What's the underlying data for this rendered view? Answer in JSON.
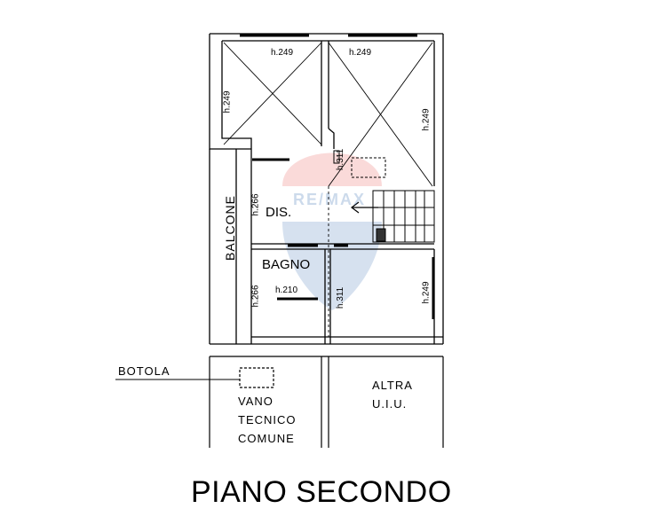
{
  "title": "PIANO SECONDO",
  "rooms": {
    "dis": "DIS.",
    "bagno": "BAGNO",
    "balcone": "BALCONE",
    "botola": "BOTOLA",
    "vano_tecnico": [
      "VANO",
      "TECNICO",
      "COMUNE"
    ],
    "altra_uiu": [
      "ALTRA",
      "U.I.U."
    ]
  },
  "heights": {
    "top_left_room": "h.249",
    "top_right_room": "h.249",
    "left_room_side": "h.249",
    "right_room_side": "h.249",
    "corridor_top": "h.311",
    "dis": "h.266",
    "bagno_left": "h.266",
    "bagno_inner": "h.210",
    "corridor_bottom": "h.311",
    "bottom_right_room": "h.249"
  },
  "watermark": "RE/MAX",
  "colors": {
    "line": "#000000",
    "watermark_red": "#e53935",
    "watermark_blue": "#1e5aa8"
  }
}
